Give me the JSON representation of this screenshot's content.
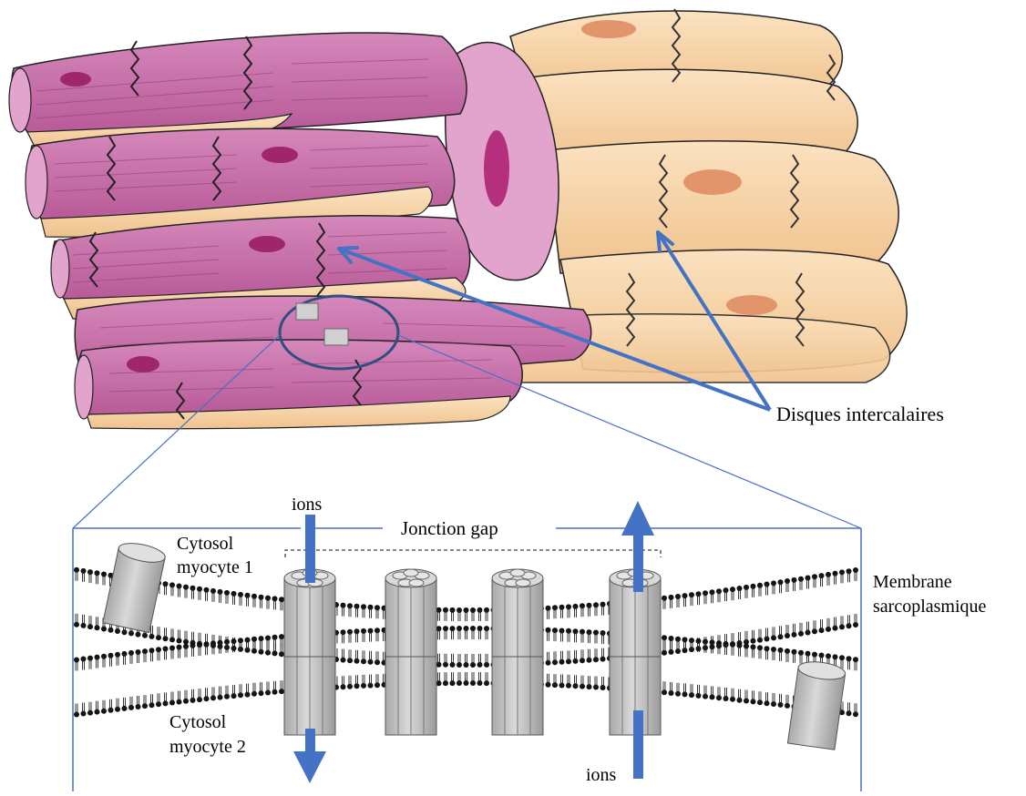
{
  "labels": {
    "intercalated_discs": "Disques  intercalaires",
    "gap_junction": "Jonction gap",
    "ions_top": "ions",
    "ions_bottom": "ions",
    "cytosol1_line1": "Cytosol",
    "cytosol1_line2": "myocyte 1",
    "cytosol2_line1": "Cytosol",
    "cytosol2_line2": "myocyte 2",
    "membrane_line1": "Membrane",
    "membrane_line2": "sarcoplasmique"
  },
  "colors": {
    "muscle_pink": "#c86aa6",
    "muscle_pink_light": "#de9cc8",
    "tissue_peach": "#f7d3a6",
    "tissue_peach_dark": "#e9b683",
    "nucleus_pink": "#b5307c",
    "nucleus_orange": "#e2946a",
    "arrow_blue": "#4472c4",
    "frame_blue": "#4a6fc8",
    "circle_navy": "#2f4f80",
    "channel_gray": "#c4c4c4"
  },
  "icons": [
    "cardiac-muscle-tissue-illustration",
    "gap-junction-channel-icon",
    "lipid-bilayer-icon",
    "ion-flow-arrow-icon"
  ]
}
